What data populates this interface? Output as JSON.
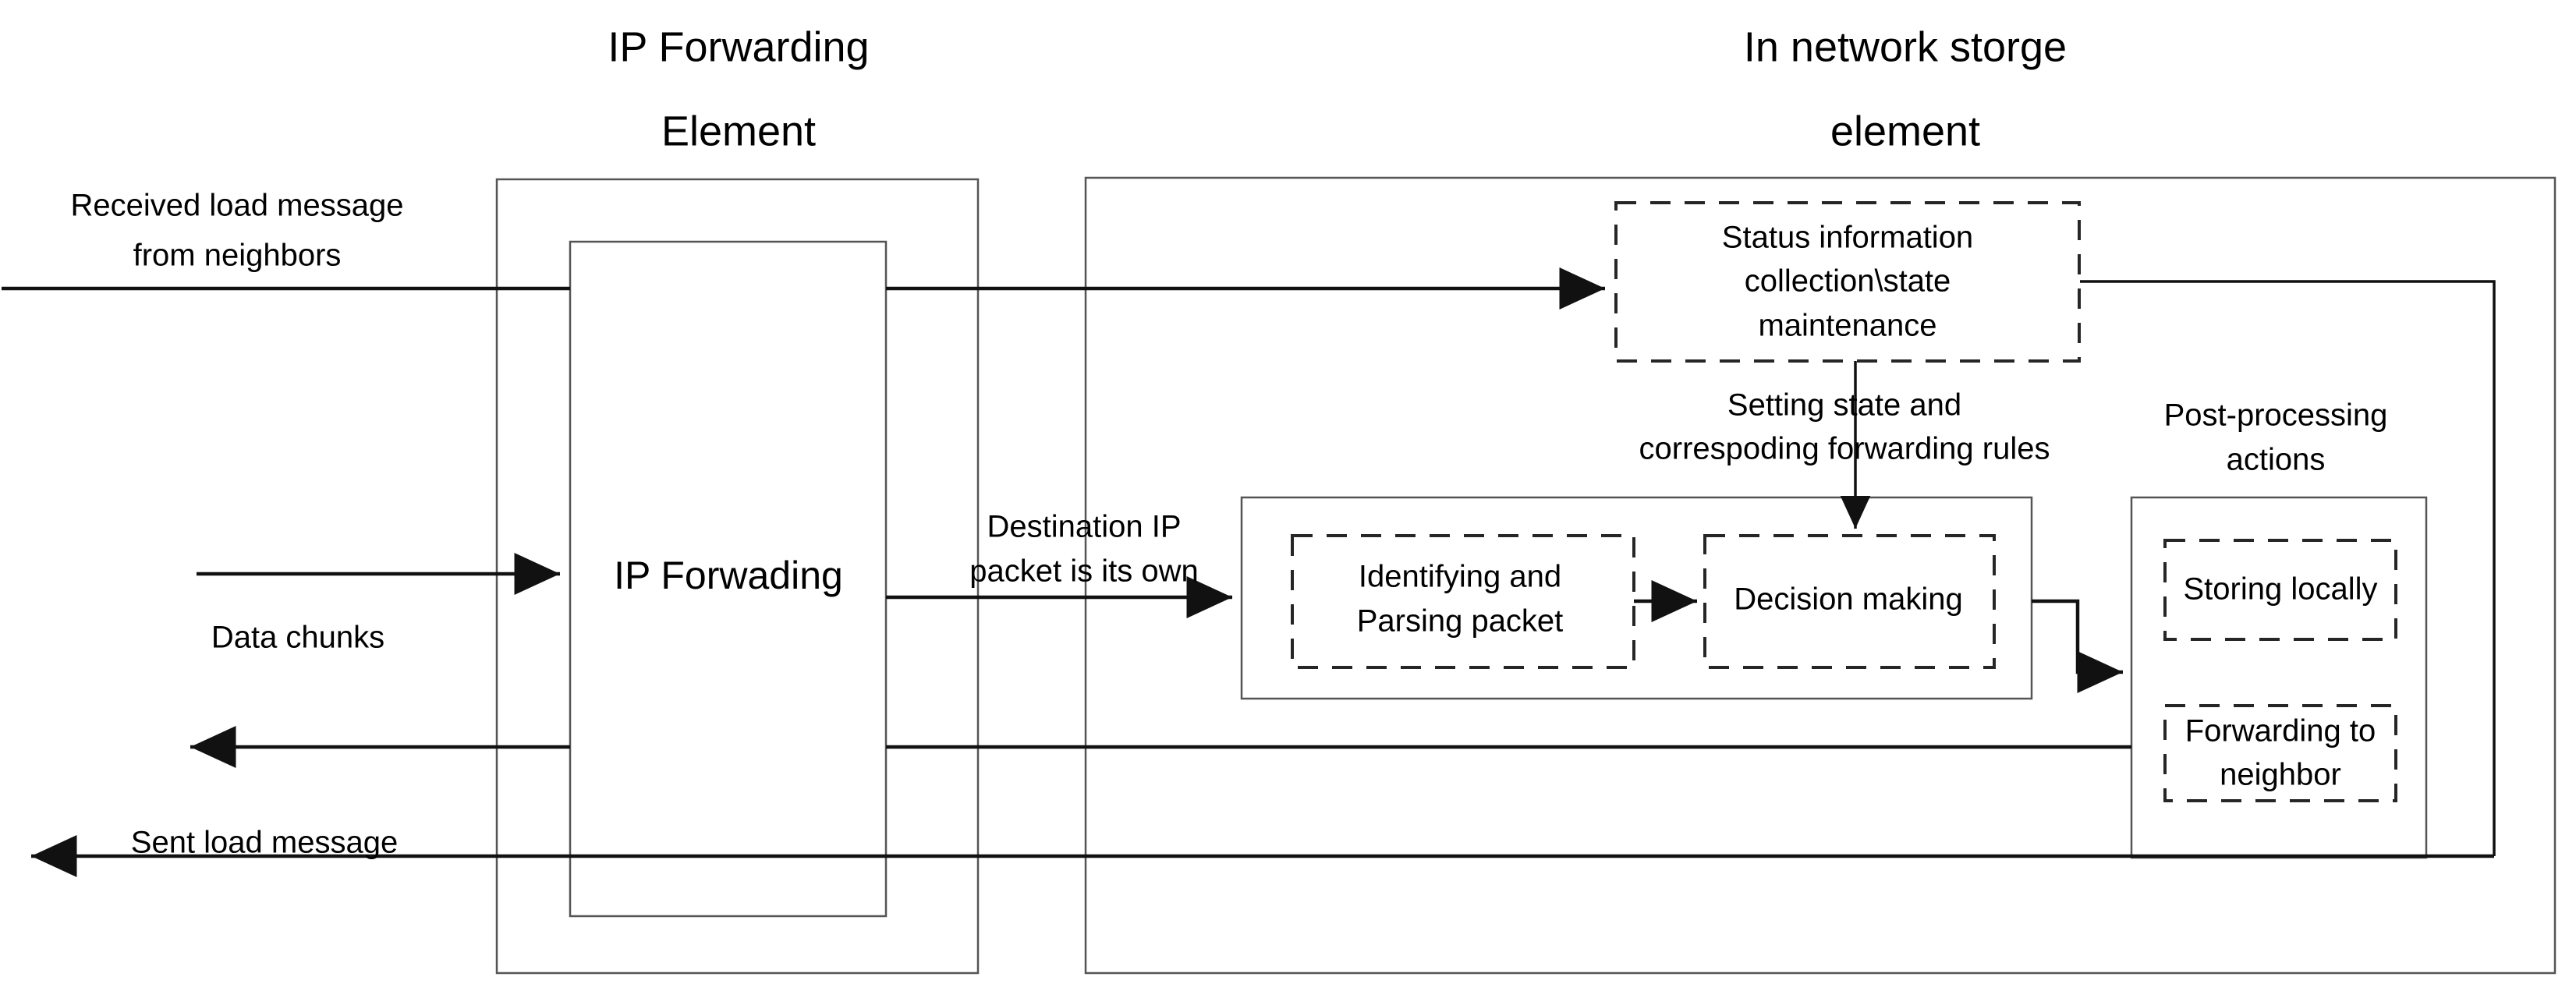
{
  "diagram": {
    "titles": {
      "left": {
        "line1": "IP Forwarding",
        "line2": "Element"
      },
      "right": {
        "line1": "In network storge",
        "line2": "element"
      }
    },
    "left_element": {
      "inner_box_label": "IP Forwading"
    },
    "right_element": {
      "status_box": {
        "line1": "Status information",
        "line2": "collection\\state",
        "line3": "maintenance"
      },
      "setting_label": {
        "line1": "Setting state and",
        "line2": "correspoding forwarding rules"
      },
      "processing": {
        "identify_box": {
          "line1": "Identifying and",
          "line2": "Parsing packet"
        },
        "decision_box": {
          "line1": "Decision making"
        }
      },
      "post_processing": {
        "heading_line1": "Post-processing",
        "heading_line2": "actions",
        "storing_box": {
          "line1": "Storing locally"
        },
        "forwarding_box": {
          "line1": "Forwarding to",
          "line2": "neighbor"
        }
      }
    },
    "edge_labels": {
      "received_load": {
        "line1": "Received load message",
        "line2": "from neighbors"
      },
      "data_chunks": {
        "line1": "Data chunks"
      },
      "sent_load": {
        "line1": "Sent load message"
      },
      "destination_ip": {
        "line1": "Destination IP",
        "line2": "packet is its own"
      }
    },
    "colors": {
      "stroke": "#111111",
      "box_stroke": "#3c3c3c",
      "dashed_stroke": "#262626",
      "background": "#ffffff",
      "text": "#000000"
    }
  }
}
